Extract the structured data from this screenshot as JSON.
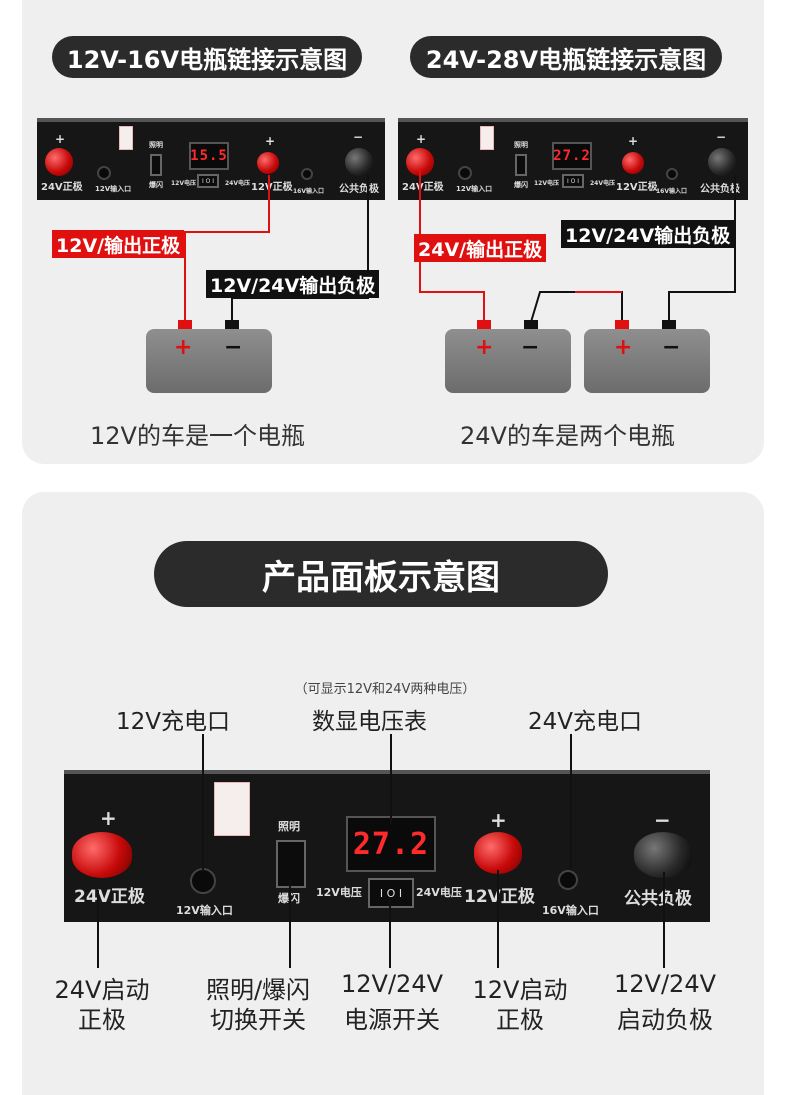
{
  "top": {
    "left_title": "12V-16V电瓶链接示意图",
    "right_title": "24V-28V电瓶链接示意图",
    "left_caption": "12V的车是一个电瓶",
    "right_caption": "24V的车是两个电瓶",
    "left_pos_tag": "12V/输出正极",
    "left_neg_tag": "12V/24V输出负极",
    "right_pos_tag": "24V/输出正极",
    "right_neg_tag": "12V/24V输出负极",
    "plus": "+",
    "minus": "−"
  },
  "mini_panel": {
    "lab_24v_pos": "24V正极",
    "lab_12v_in": "12V输入口",
    "lab_light": "照明",
    "lab_flash": "爆闪",
    "lab_12v_volt": "12V电压",
    "lab_24v_volt": "24V电压",
    "lab_12v_pos": "12V正极",
    "lab_16v_in": "16V输入口",
    "lab_common_neg": "公共负极",
    "plus": "+",
    "minus": "−",
    "switch": "I O I",
    "left_display": "15.5",
    "right_display": "27.2"
  },
  "bottom": {
    "title": "产品面板示意图",
    "note": "（可显示12V和24V两种电压）",
    "callout_12v_charge": "12V充电口",
    "callout_display": "数显电压表",
    "callout_24v_charge": "24V充电口",
    "label_24v_start_1": "24V启动",
    "label_24v_start_2": "正极",
    "label_switch_1": "照明/爆闪",
    "label_switch_2": "切换开关",
    "label_power_1": "12V/24V",
    "label_power_2": "电源开关",
    "label_12v_start_1": "12V启动",
    "label_12v_start_2": "正极",
    "label_neg_1": "12V/24V",
    "label_neg_2": "启动负极",
    "panel": {
      "lab_24v_pos": "24V正极",
      "lab_12v_in": "12V输入口",
      "lab_light": "照明",
      "lab_flash": "爆闪",
      "lab_12v_volt": "12V电压",
      "lab_24v_volt": "24V电压",
      "lab_12v_pos": "12V正极",
      "lab_16v_in": "16V输入口",
      "lab_common_neg": "公共负极",
      "display": "27.2",
      "plus": "+",
      "minus": "−",
      "switch": "I O I"
    }
  }
}
